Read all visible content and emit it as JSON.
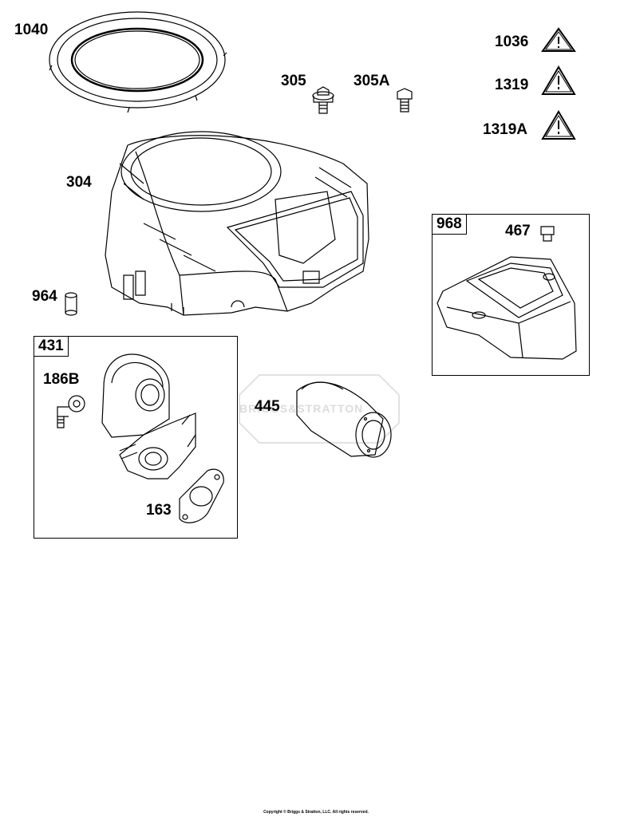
{
  "parts": {
    "p1040": "1040",
    "p305": "305",
    "p305a": "305A",
    "p304": "304",
    "p964": "964",
    "p186b": "186B",
    "p163": "163",
    "p445": "445",
    "p467": "467"
  },
  "boxes": {
    "b968": "968",
    "b431": "431"
  },
  "warnings": [
    "1036",
    "1319",
    "1319A"
  ],
  "watermark": "BRIGGS&STRATTON",
  "copyright": "Copyright © Briggs & Stratton, LLC. All rights reserved."
}
